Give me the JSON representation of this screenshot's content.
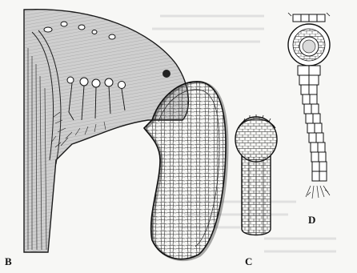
{
  "figure": {
    "labels": {
      "b": "B",
      "c": "C",
      "d": "D"
    },
    "colors": {
      "paper": "#f7f7f5",
      "ink": "#1a1a1a",
      "shade": "#6e6e6e",
      "ghost_text": "#d9d9d9"
    },
    "icons": {
      "b": "thallus-section-with-archegonial-neck-illustration",
      "c": "young-sporophyte-illustration",
      "d": "archegonium-illustration"
    }
  }
}
